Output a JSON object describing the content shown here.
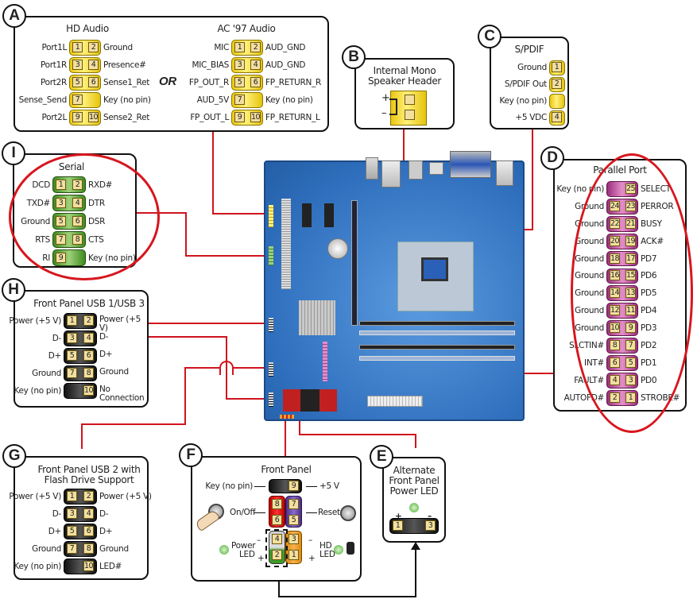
{
  "diagram_title": "Motherboard Header Pinouts",
  "panels": {
    "A": {
      "badge": "A",
      "hd_audio": {
        "title": "HD Audio",
        "rows": [
          {
            "left": "Port1L",
            "pins": [
              "1",
              "2"
            ],
            "right": "Ground"
          },
          {
            "left": "Port1R",
            "pins": [
              "3",
              "4"
            ],
            "right": "Presence#"
          },
          {
            "left": "Port2R",
            "pins": [
              "5",
              "6"
            ],
            "right": "Sense1_Ret"
          },
          {
            "left": "Sense_Send",
            "pins": [
              "7",
              ""
            ],
            "right": "Key (no pin)"
          },
          {
            "left": "Port2L",
            "pins": [
              "9",
              "10"
            ],
            "right": "Sense2_Ret"
          }
        ]
      },
      "or_label": "OR",
      "ac97_audio": {
        "title": "AC '97 Audio",
        "rows": [
          {
            "left": "MIC",
            "pins": [
              "1",
              "2"
            ],
            "right": "AUD_GND"
          },
          {
            "left": "MIC_BIAS",
            "pins": [
              "3",
              "4"
            ],
            "right": "AUD_GND"
          },
          {
            "left": "FP_OUT_R",
            "pins": [
              "5",
              "6"
            ],
            "right": "FP_RETURN_R"
          },
          {
            "left": "AUD_5V",
            "pins": [
              "7",
              ""
            ],
            "right": "Key (no pin)"
          },
          {
            "left": "FP_OUT_L",
            "pins": [
              "9",
              "10"
            ],
            "right": "FP_RETURN_L"
          }
        ]
      }
    },
    "B": {
      "badge": "B",
      "title_line1": "Internal Mono",
      "title_line2": "Speaker Header",
      "plus": "+",
      "minus": "–"
    },
    "C": {
      "badge": "C",
      "title": "S/PDIF",
      "rows": [
        {
          "label": "Ground",
          "pin": "1"
        },
        {
          "label": "S/PDIF Out",
          "pin": "2"
        },
        {
          "label": "Key (no pin)",
          "pin": ""
        },
        {
          "label": "+5 VDC",
          "pin": "4"
        }
      ]
    },
    "D": {
      "badge": "D",
      "title": "Parallel Port",
      "rows": [
        {
          "left": "Key (no pin)",
          "pins": [
            "",
            "25"
          ],
          "right": "SELECT"
        },
        {
          "left": "Ground",
          "pins": [
            "24",
            "23"
          ],
          "right": "PERROR"
        },
        {
          "left": "Ground",
          "pins": [
            "22",
            "21"
          ],
          "right": "BUSY"
        },
        {
          "left": "Ground",
          "pins": [
            "20",
            "19"
          ],
          "right": "ACK#"
        },
        {
          "left": "Ground",
          "pins": [
            "18",
            "17"
          ],
          "right": "PD7"
        },
        {
          "left": "Ground",
          "pins": [
            "16",
            "15"
          ],
          "right": "PD6"
        },
        {
          "left": "Ground",
          "pins": [
            "14",
            "13"
          ],
          "right": "PD5"
        },
        {
          "left": "Ground",
          "pins": [
            "12",
            "11"
          ],
          "right": "PD4"
        },
        {
          "left": "Ground",
          "pins": [
            "10",
            "9"
          ],
          "right": "PD3"
        },
        {
          "left": "SLCTIN#",
          "pins": [
            "8",
            "7"
          ],
          "right": "PD2"
        },
        {
          "left": "INT#",
          "pins": [
            "6",
            "5"
          ],
          "right": "PD1"
        },
        {
          "left": "FAULT#",
          "pins": [
            "4",
            "3"
          ],
          "right": "PD0"
        },
        {
          "left": "AUTOFD#",
          "pins": [
            "2",
            "1"
          ],
          "right": "STROBE#"
        }
      ]
    },
    "E": {
      "badge": "E",
      "title_line1": "Alternate",
      "title_line2": "Front Panel",
      "title_line3": "Power LED",
      "plus": "+",
      "minus": "–",
      "pins": [
        "1",
        "",
        "3"
      ]
    },
    "F": {
      "badge": "F",
      "title": "Front Panel",
      "key_label": "Key (no pin)",
      "plus5v_label": "+5 V",
      "onoff_label": "On/Off",
      "reset_label": "Reset",
      "power_led_line1": "Power",
      "power_led_line2": "LED",
      "hd_led_line1": "HD",
      "hd_led_line2": "LED",
      "minus": "–",
      "plus": "+",
      "pins": {
        "p9": "9",
        "p8": "8",
        "p7": "7",
        "p6": "6",
        "p5": "5",
        "p4": "4",
        "p3": "3",
        "p2": "2",
        "p1": "1"
      }
    },
    "G": {
      "badge": "G",
      "title_line1": "Front Panel USB 2 with",
      "title_line2": "Flash Drive Support",
      "rows": [
        {
          "left": "Power (+5 V)",
          "pins": [
            "1",
            "2"
          ],
          "right": "Power (+5 V)"
        },
        {
          "left": "D-",
          "pins": [
            "3",
            "4"
          ],
          "right": "D-"
        },
        {
          "left": "D+",
          "pins": [
            "5",
            "6"
          ],
          "right": "D+"
        },
        {
          "left": "Ground",
          "pins": [
            "7",
            "8"
          ],
          "right": "Ground"
        },
        {
          "left": "Key (no pin)",
          "pins": [
            "",
            "10"
          ],
          "right": "LED#"
        }
      ]
    },
    "H": {
      "badge": "H",
      "title": "Front Panel USB 1/USB 3",
      "rows": [
        {
          "left": "Power (+5 V)",
          "pins": [
            "1",
            "2"
          ],
          "right": "Power (+5 V)"
        },
        {
          "left": "D-",
          "pins": [
            "3",
            "4"
          ],
          "right": "D-"
        },
        {
          "left": "D+",
          "pins": [
            "5",
            "6"
          ],
          "right": "D+"
        },
        {
          "left": "Ground",
          "pins": [
            "7",
            "8"
          ],
          "right": "Ground"
        },
        {
          "left": "Key (no pin)",
          "pins": [
            "",
            "10"
          ],
          "right": "No Connection"
        }
      ]
    },
    "I": {
      "badge": "I",
      "title": "Serial",
      "rows": [
        {
          "left": "DCD",
          "pins": [
            "1",
            "2"
          ],
          "right": "RXD#"
        },
        {
          "left": "TXD#",
          "pins": [
            "3",
            "4"
          ],
          "right": "DTR"
        },
        {
          "left": "Ground",
          "pins": [
            "5",
            "6"
          ],
          "right": "DSR"
        },
        {
          "left": "RTS",
          "pins": [
            "7",
            "8"
          ],
          "right": "CTS"
        },
        {
          "left": "RI",
          "pins": [
            "9",
            ""
          ],
          "right": "Key (no pin)"
        }
      ]
    }
  },
  "colors": {
    "wire": "#d0141e",
    "highlight_ellipse": "#d7161e",
    "board": "#2f6fbd",
    "audio_header": "#e9c70f",
    "serial_header": "#3f8a1f",
    "usb_header": "#111111",
    "parallel_header": "#9b2d7d"
  }
}
